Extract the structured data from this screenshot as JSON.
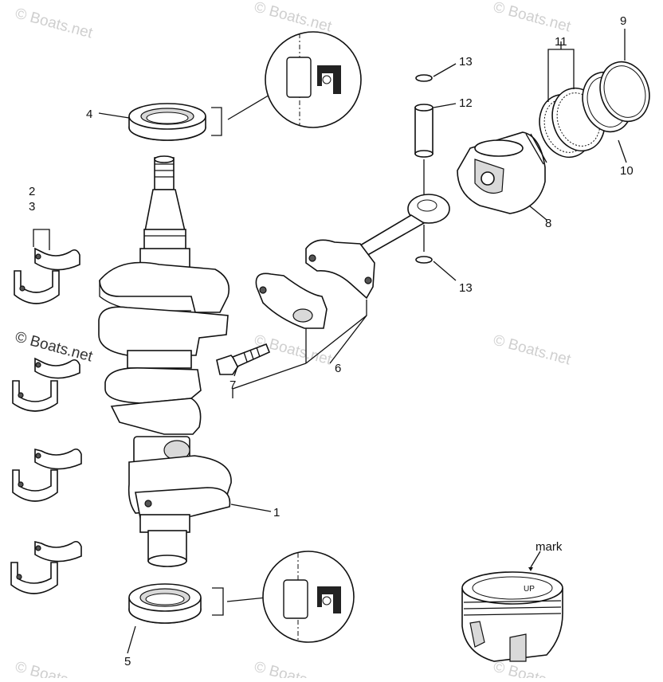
{
  "watermark": {
    "text": "© Boats.net",
    "dark_text": "© Boats.net"
  },
  "callouts": [
    {
      "id": "1",
      "text": "1"
    },
    {
      "id": "2",
      "text": "2"
    },
    {
      "id": "3",
      "text": "3"
    },
    {
      "id": "4",
      "text": "4"
    },
    {
      "id": "5",
      "text": "5"
    },
    {
      "id": "6",
      "text": "6"
    },
    {
      "id": "7",
      "text": "7"
    },
    {
      "id": "8",
      "text": "8"
    },
    {
      "id": "9",
      "text": "9"
    },
    {
      "id": "10",
      "text": "10"
    },
    {
      "id": "11",
      "text": "11"
    },
    {
      "id": "12",
      "text": "12"
    },
    {
      "id": "13a",
      "text": "13"
    },
    {
      "id": "13b",
      "text": "13"
    }
  ],
  "mark_label": "mark",
  "piston_up_text": "UP",
  "colors": {
    "line": "#111111",
    "watermark": "#cfcfcf",
    "background": "#ffffff"
  }
}
